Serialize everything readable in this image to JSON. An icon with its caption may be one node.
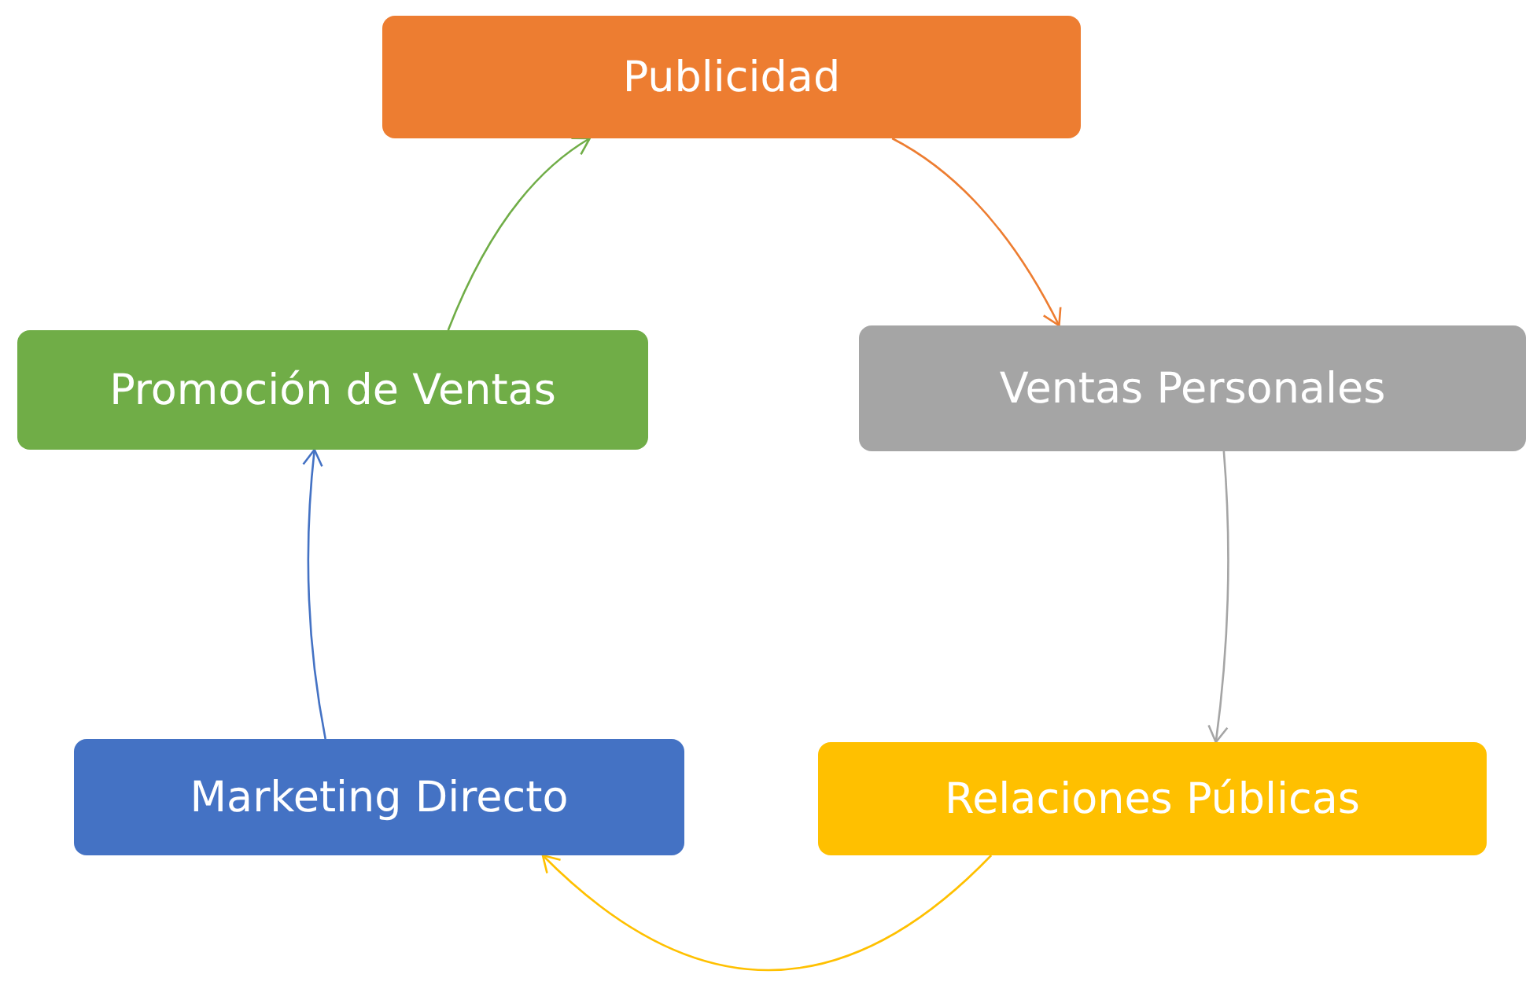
{
  "diagram": {
    "nodes": [
      {
        "text": [
          "Publicidad"
        ]
      },
      {
        "text": [
          "Ventas Personales"
        ]
      },
      {
        "text": [
          "Relaciones Públicas"
        ]
      },
      {
        "text": [
          "Marketing Directo"
        ]
      },
      {
        "text": [
          "Promoción de Ventas"
        ]
      }
    ],
    "edges": [
      {
        "from": 0,
        "to": 1,
        "arrow": "to",
        "color": "#ed7d31"
      },
      {
        "from": 1,
        "to": 2,
        "arrow": "to",
        "color": "#a5a5a5"
      },
      {
        "from": 2,
        "to": 3,
        "arrow": "to",
        "color": "#ffc000"
      },
      {
        "from": 3,
        "to": 4,
        "arrow": "to",
        "color": "#4472c4"
      },
      {
        "from": 4,
        "to": 0,
        "arrow": "to",
        "color": "#70ad47"
      }
    ]
  }
}
